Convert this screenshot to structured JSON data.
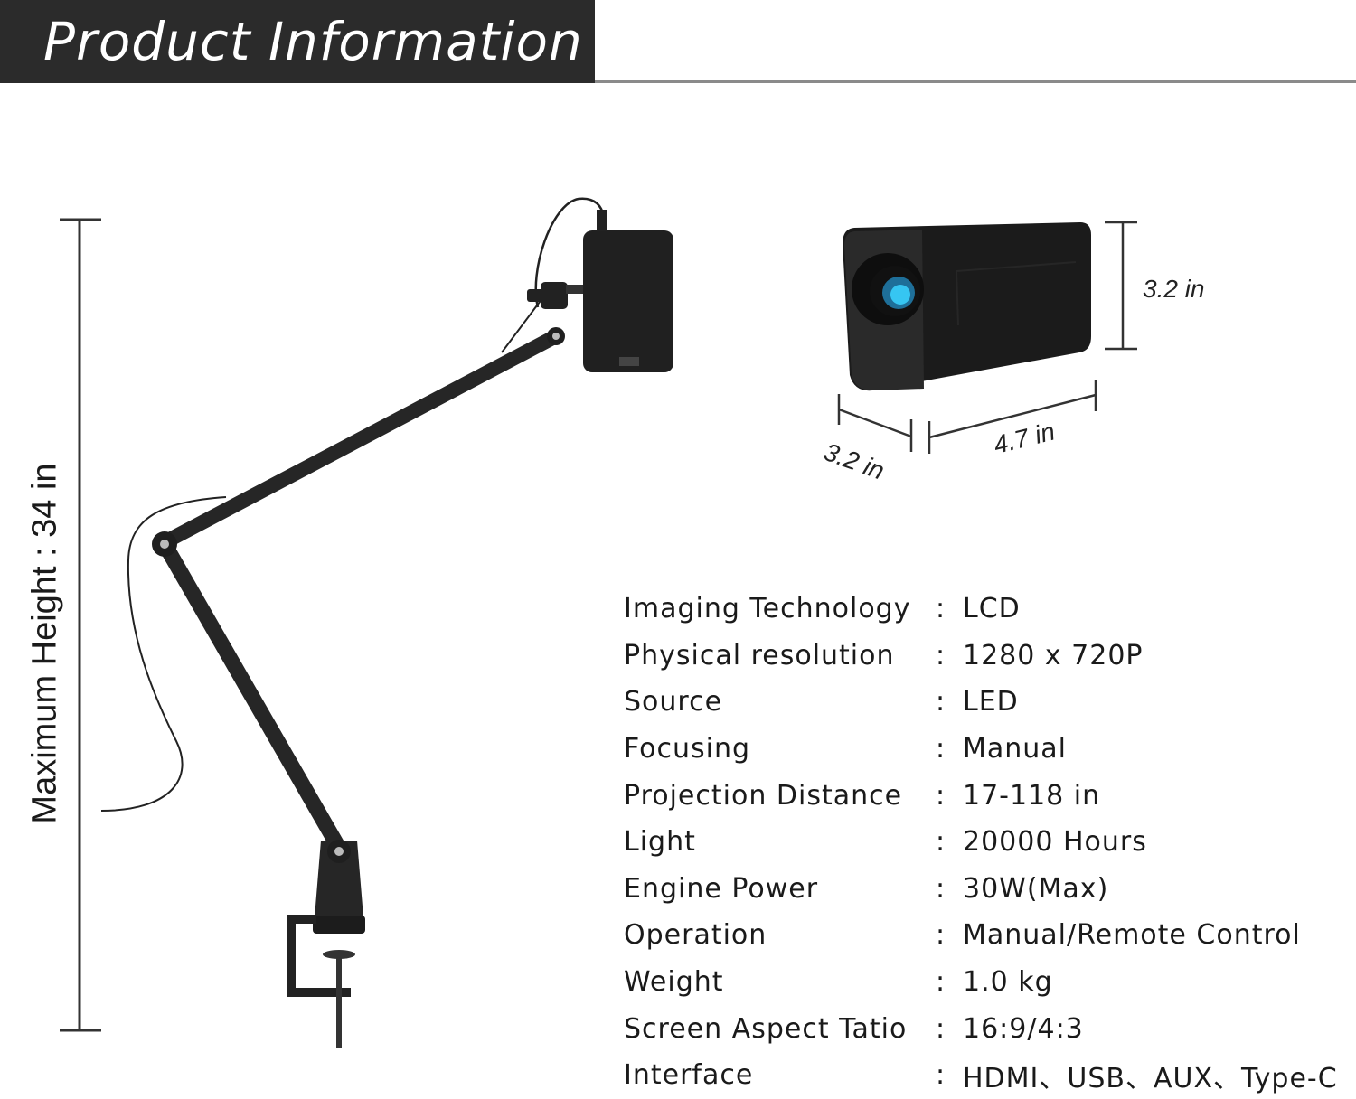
{
  "header": {
    "title": "Product Information"
  },
  "illustration": {
    "max_height_label": "Maximum Height : 34 in",
    "projector_dims": {
      "height_label": "3.2 in",
      "depth_label": "3.2 in",
      "width_label": "4.7 in"
    }
  },
  "specs": {
    "separator": ":",
    "rows": [
      {
        "label": "Imaging Technology",
        "value": "LCD"
      },
      {
        "label": "Physical resolution",
        "value": "1280 x 720P"
      },
      {
        "label": "Source",
        "value": "LED"
      },
      {
        "label": "Focusing",
        "value": "Manual"
      },
      {
        "label": "Projection Distance",
        "value": "17-118 in"
      },
      {
        "label": "Light",
        "value": "20000 Hours"
      },
      {
        "label": "Engine Power",
        "value": "30W(Max)"
      },
      {
        "label": "Operation",
        "value": "Manual/Remote Control"
      },
      {
        "label": "Weight",
        "value": "1.0 kg"
      },
      {
        "label": "Screen Aspect Tatio",
        "value": "16:9/4:3"
      },
      {
        "label": "Interface",
        "value": "HDMI、USB、AUX、Type-C"
      }
    ]
  }
}
